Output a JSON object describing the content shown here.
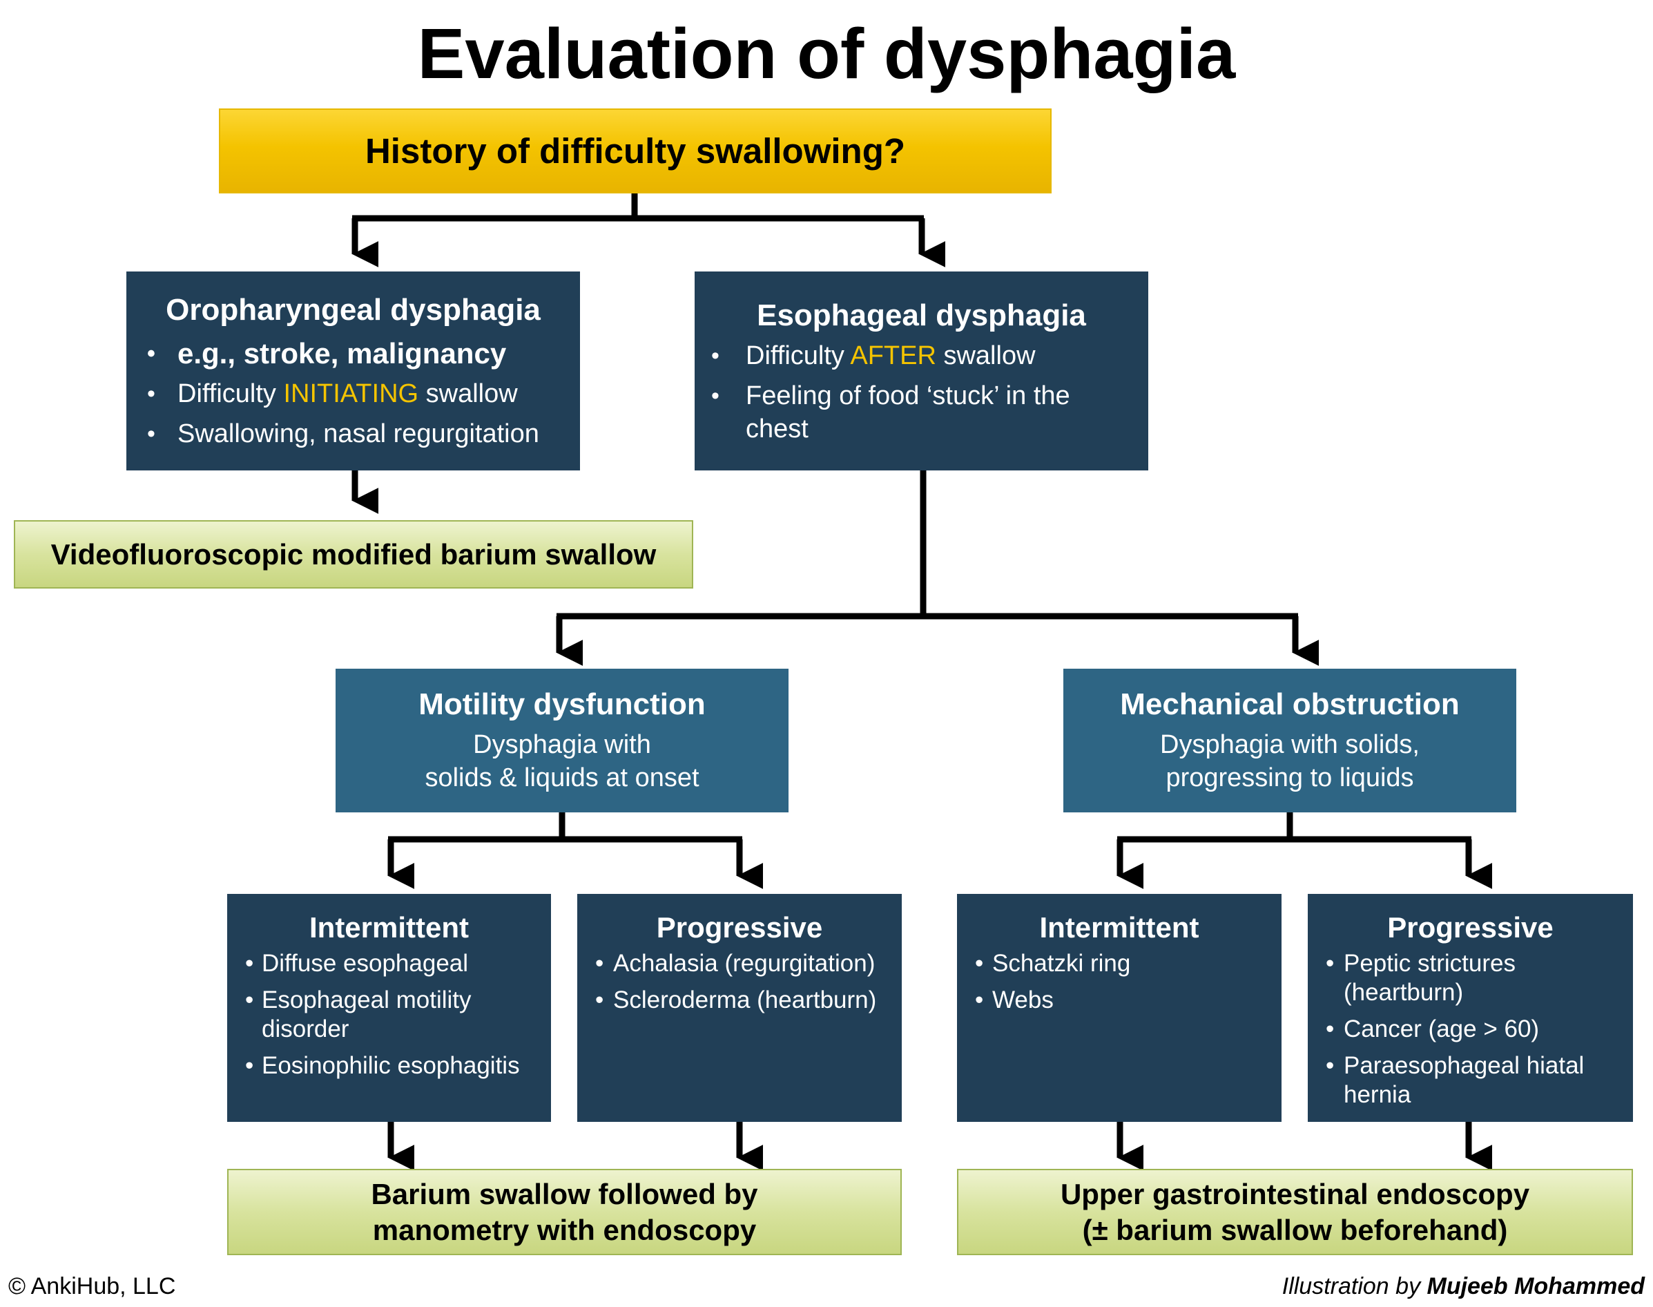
{
  "title": "Evaluation of dysphagia",
  "top_question": "History of difficulty swallowing?",
  "oropharyngeal": {
    "title": "Oropharyngeal dysphagia",
    "bullet_char": "•",
    "item1": "e.g., stroke, malignancy",
    "item2_pre": "Difficulty ",
    "item2_hl": "INITIATING",
    "item2_post": " swallow",
    "item3": "Swallowing, nasal regurgitation"
  },
  "oropharyngeal_test": "Videofluoroscopic modified barium swallow",
  "esophageal": {
    "title": "Esophageal dysphagia",
    "item1_pre": "Difficulty ",
    "item1_hl": "AFTER",
    "item1_post": " swallow",
    "item2_line1": "Feeling of food ‘stuck’ in the",
    "item2_line2": "chest"
  },
  "motility": {
    "title": "Motility dysfunction",
    "line1": "Dysphagia with",
    "line2": "solids & liquids at onset"
  },
  "mechanical": {
    "title": "Mechanical obstruction",
    "line1": "Dysphagia with solids,",
    "line2": "progressing to liquids"
  },
  "motility_intermittent": {
    "title": "Intermittent",
    "items": [
      [
        "Diffuse esophageal"
      ],
      [
        "Esophageal motility",
        "disorder"
      ],
      [
        "Eosinophilic esophagitis"
      ]
    ]
  },
  "motility_progressive": {
    "title": "Progressive",
    "items": [
      [
        "Achalasia (regurgitation)"
      ],
      [
        "Scleroderma (heartburn)"
      ]
    ]
  },
  "mechanical_intermittent": {
    "title": "Intermittent",
    "items": [
      [
        "Schatzki ring"
      ],
      [
        "Webs"
      ]
    ]
  },
  "mechanical_progressive": {
    "title": "Progressive",
    "items": [
      [
        "Peptic strictures",
        "(heartburn)"
      ],
      [
        "Cancer (age > 60)"
      ],
      [
        "Paraesophageal hiatal",
        "hernia"
      ]
    ]
  },
  "motility_test": {
    "line1": "Barium swallow followed by",
    "line2": "manometry with endoscopy"
  },
  "mechanical_test": {
    "line1": "Upper gastrointestinal endoscopy",
    "line2": "(± barium swallow beforehand)"
  },
  "footer": {
    "copyright": "© AnkiHub, LLC",
    "credit_prefix": "Illustration by ",
    "credit_name": "Mujeeb Mohammed"
  },
  "colors": {
    "dark_box": "#213f57",
    "mid_box": "#2e6584",
    "gold_box": "#f4c300",
    "green_box": "#d8e39e",
    "highlight": "#f5c400",
    "connector": "#000000"
  }
}
